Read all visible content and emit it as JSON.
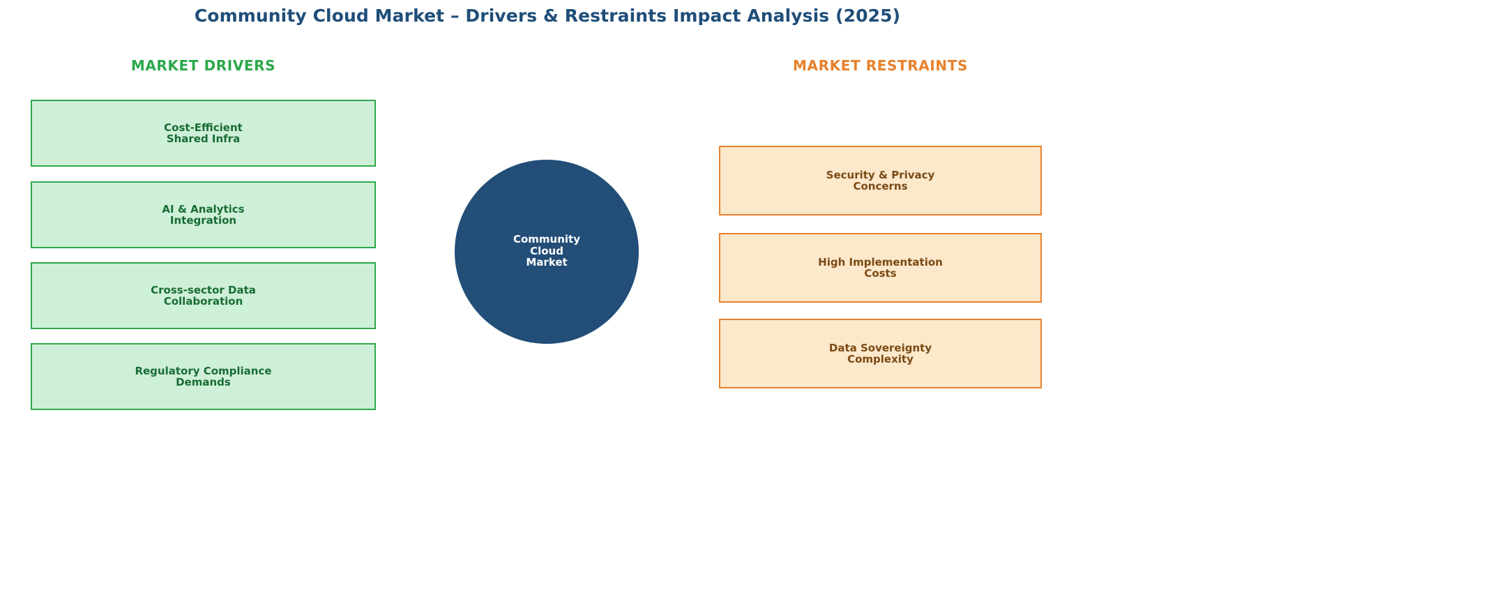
{
  "title": "Community Cloud Market – Drivers & Restraints Impact Analysis (2025)",
  "hub": {
    "label": "Community\nCloud\nMarket",
    "color": "#224E78",
    "text_color": "#FFFFFF"
  },
  "columns": {
    "drivers": {
      "heading": "MARKET DRIVERS",
      "accent": "#2BA84A",
      "fill": "#CFF0D8",
      "text_color": "#176C33"
    },
    "restraints": {
      "heading": "MARKET RESTRAINTS",
      "accent": "#E8812B",
      "fill": "#FCE8CB",
      "text_color": "#7A4A14"
    }
  },
  "drivers": [
    {
      "label": "Cost-Efficient\nShared Infra"
    },
    {
      "label": "AI & Analytics\nIntegration"
    },
    {
      "label": "Cross-sector Data\nCollaboration"
    },
    {
      "label": "Regulatory Compliance\nDemands"
    }
  ],
  "restraints": [
    {
      "label": "Security & Privacy\nConcerns"
    },
    {
      "label": "High Implementation\nCosts"
    },
    {
      "label": "Data Sovereignty\nComplexity"
    }
  ],
  "chart_data": {
    "type": "diagram",
    "title": "Community Cloud Market – Drivers & Restraints Impact Analysis (2025)",
    "layout": "central hub with two flanking factor columns",
    "center_node": "Community Cloud Market",
    "groups": [
      {
        "name": "MARKET DRIVERS",
        "side": "left",
        "color": "#2BA84A",
        "items": [
          "Cost-Efficient Shared Infra",
          "AI & Analytics Integration",
          "Cross-sector Data Collaboration",
          "Regulatory Compliance Demands"
        ]
      },
      {
        "name": "MARKET RESTRAINTS",
        "side": "right",
        "color": "#E8812B",
        "items": [
          "Security & Privacy Concerns",
          "High Implementation Costs",
          "Data Sovereignty Complexity"
        ]
      }
    ]
  }
}
